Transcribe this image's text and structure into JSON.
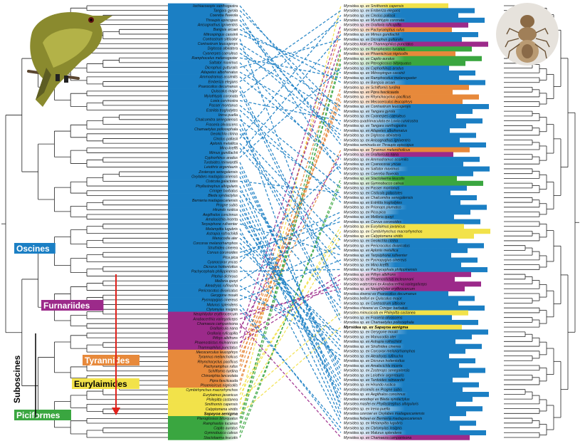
{
  "colors": {
    "Oscines": "#1b7fc4",
    "Furnariides": "#9c2a8a",
    "Tyrannides": "#e7893b",
    "Eurylaimides": "#f2e24a",
    "Piciformes": "#3aa640"
  },
  "groups": [
    {
      "name": "Oscines",
      "color": "#1b7fc4",
      "text": "#ffffff"
    },
    {
      "name": "Furnariides",
      "color": "#9c2a8a",
      "text": "#ffffff"
    },
    {
      "name": "Tyrannides",
      "color": "#e7893b",
      "text": "#ffffff"
    },
    {
      "name": "Eurylaimides",
      "color": "#f2e24a",
      "text": "#000000"
    },
    {
      "name": "Piciformes",
      "color": "#3aa640",
      "text": "#ffffff"
    }
  ],
  "suboscines_label": "Suboscines",
  "birds": [
    {
      "name": "Iochiacoaspis xanthogastra",
      "g": 0
    },
    {
      "name": "Tangara gyrola",
      "g": 0
    },
    {
      "name": "Coereba flaveola",
      "g": 0
    },
    {
      "name": "Thraupis episcopus",
      "g": 0
    },
    {
      "name": "Anisognathus igniventris",
      "g": 0
    },
    {
      "name": "Bangsia arcaei",
      "g": 0
    },
    {
      "name": "Mitrospingus cassinii",
      "g": 0
    },
    {
      "name": "Contrastrum sitticolor",
      "g": 0
    },
    {
      "name": "Contrastrum leucogenys",
      "g": 0
    },
    {
      "name": "Diglossa albilatera",
      "g": 0
    },
    {
      "name": "Cyanerpes caeruleus",
      "g": 0
    },
    {
      "name": "Ramphocelus melanogaster",
      "g": 0
    },
    {
      "name": "Saltator maximus",
      "g": 0
    },
    {
      "name": "Dicrophus gutturalis",
      "g": 0
    },
    {
      "name": "Atlapetes albofrenatus",
      "g": 0
    },
    {
      "name": "Ammodramus assimilis",
      "g": 0
    },
    {
      "name": "Emberiza elegans",
      "g": 0
    },
    {
      "name": "Psarocolius decumanus",
      "g": 0
    },
    {
      "name": "Quiscalus major",
      "g": 0
    },
    {
      "name": "Myiothlypis coronata",
      "g": 0
    },
    {
      "name": "Loxia curvirostra",
      "g": 0
    },
    {
      "name": "Passer montanus",
      "g": 0
    },
    {
      "name": "Estrilda troglodytes",
      "g": 0
    },
    {
      "name": "Irena puella",
      "g": 0
    },
    {
      "name": "Chalcomitra senegalensis",
      "g": 0
    },
    {
      "name": "Fraseria olivascens",
      "g": 0
    },
    {
      "name": "Chamaetylas poliocephala",
      "g": 0
    },
    {
      "name": "Geokichla citrina",
      "g": 0
    },
    {
      "name": "Cinclus pallasii",
      "g": 0
    },
    {
      "name": "Aplonis metallica",
      "g": 0
    },
    {
      "name": "Mino kreffti",
      "g": 0
    },
    {
      "name": "Mimus gundlachii",
      "g": 0
    },
    {
      "name": "Cyphorhinus aradus",
      "g": 0
    },
    {
      "name": "Turdoides reinwardtii",
      "g": 0
    },
    {
      "name": "Leiothrix argentauris",
      "g": 0
    },
    {
      "name": "Zosterops senegalensis",
      "g": 0
    },
    {
      "name": "Oxylabes madagascariensis",
      "g": 0
    },
    {
      "name": "Cisticola galactotes",
      "g": 0
    },
    {
      "name": "Phyllastrephus albigularis",
      "g": 0
    },
    {
      "name": "Criniger barbatus",
      "g": 0
    },
    {
      "name": "Bleda syndactylus",
      "g": 0
    },
    {
      "name": "Bernieria madagascariensis",
      "g": 0
    },
    {
      "name": "Progne subis",
      "g": 0
    },
    {
      "name": "Hirundo rustica",
      "g": 0
    },
    {
      "name": "Aegithalos concinnus",
      "g": 0
    },
    {
      "name": "Amalocichla incerta",
      "g": 0
    },
    {
      "name": "Terpsiphone rufiventer",
      "g": 0
    },
    {
      "name": "Melampitta lugubris",
      "g": 0
    },
    {
      "name": "Astrapia rothschildi",
      "g": 0
    },
    {
      "name": "Manucodia ater",
      "g": 0
    },
    {
      "name": "Corcorax melanorhamphos",
      "g": 0
    },
    {
      "name": "Struthidea cinerea",
      "g": 0
    },
    {
      "name": "Corvus coronoides",
      "g": 0
    },
    {
      "name": "Pica pica",
      "g": 0
    },
    {
      "name": "Cyanocorax yncas",
      "g": 0
    },
    {
      "name": "Dicrurus hottentottus",
      "g": 0
    },
    {
      "name": "Pachycephala philippinensis",
      "g": 0
    },
    {
      "name": "Pitohui dichrous",
      "g": 0
    },
    {
      "name": "Melloria quoyi",
      "g": 0
    },
    {
      "name": "Aleadryas rufinucha",
      "g": 0
    },
    {
      "name": "Pericrocotus divaricatus",
      "g": 0
    },
    {
      "name": "Gerygone mouki",
      "g": 0
    },
    {
      "name": "Pycnopygius cinereus",
      "g": 0
    },
    {
      "name": "Malurus splendens",
      "g": 0
    },
    {
      "name": "Clytomyias insignis",
      "g": 0
    },
    {
      "name": "Neophilydor erythrocercum",
      "g": 1
    },
    {
      "name": "Anabacerthia variegaticeps",
      "g": 1
    },
    {
      "name": "Chamaeza campanisona",
      "g": 1
    },
    {
      "name": "Grallaricula nana",
      "g": 1
    },
    {
      "name": "Grallaria ruficapilla",
      "g": 1
    },
    {
      "name": "Pithys albifrons",
      "g": 1
    },
    {
      "name": "Phaenostictus mcleannani",
      "g": 1
    },
    {
      "name": "Thamnophilus punctatus",
      "g": 1
    },
    {
      "name": "Mecocerculus leucophrys",
      "g": 2
    },
    {
      "name": "Tyrannus melancholicus",
      "g": 2
    },
    {
      "name": "Rhynchocyclus pacificus",
      "g": 2
    },
    {
      "name": "Pachyramphus rufus",
      "g": 2
    },
    {
      "name": "Schiffornis turdina",
      "g": 2
    },
    {
      "name": "Chiroxiphia lanceolata",
      "g": 2
    },
    {
      "name": "Pipra fasciicauda",
      "g": 2
    },
    {
      "name": "Phoenicircus nigricollis",
      "g": 2
    },
    {
      "name": "Cymbirhynchus macrorhynchos",
      "g": 3
    },
    {
      "name": "Eurylaimus javanicus",
      "g": 3
    },
    {
      "name": "Philepitta castanea",
      "g": 3
    },
    {
      "name": "Smithornis capensis",
      "g": 3
    },
    {
      "name": "Calyptomena viridis",
      "g": 3
    },
    {
      "name": "Sapayoa aenigma",
      "g": 3,
      "bold": true
    },
    {
      "name": "Pteroglossus bitorquatus",
      "g": 4
    },
    {
      "name": "Ramphastos tucanus",
      "g": 4
    },
    {
      "name": "Capito auratus",
      "g": 4
    },
    {
      "name": "Gymnobucco calvus",
      "g": 4
    },
    {
      "name": "Stactolaema leucotis",
      "g": 4
    }
  ],
  "lice": [
    {
      "name": "Myrsidea sp. ex Smithornis capensis",
      "g": 3
    },
    {
      "name": "Myrsidea sp. ex Emberiza elegans",
      "g": 0
    },
    {
      "name": "Myrsidea sp. ex Cinclus pallasii",
      "g": 0
    },
    {
      "name": "Myrsidea sp. ex Myiothlypis coronata",
      "g": 0
    },
    {
      "name": "Myrsidea sp. ex Grallaria ruficapilla",
      "g": 1
    },
    {
      "name": "Myrsidea sp. ex Pachyramphus rufus",
      "g": 2
    },
    {
      "name": "Myrsidea sp. ex Mimus gundlachii",
      "g": 0
    },
    {
      "name": "Myrsidea sp. ex Dicrophus gutturalis",
      "g": 0
    },
    {
      "name": "Myrsidea kloki ex Thamnophilus punctatus",
      "g": 1
    },
    {
      "name": "Myrsidea sp. ex Ramphastos tucanus",
      "g": 4
    },
    {
      "name": "Myrsidea sp. ex Phoenicircus nigricollis",
      "g": 2
    },
    {
      "name": "Myrsidea sp. ex Capito auratus",
      "g": 4
    },
    {
      "name": "Myrsidea sp. ex Pteroglossus bitorquatus",
      "g": 4
    },
    {
      "name": "Myrsidea sp. ex Cyphorhinus aradus",
      "g": 0
    },
    {
      "name": "Myrsidea sp. ex Mitrospingus cassinii",
      "g": 0
    },
    {
      "name": "Myrsidea sp. ex Ramphocelus melanogaster",
      "g": 0
    },
    {
      "name": "Myrsidea sp. ex Bangsia arcaei",
      "g": 0
    },
    {
      "name": "Myrsidea sp. ex Schiffornis turdina",
      "g": 2
    },
    {
      "name": "Myrsidea sp. ex Pipra fasciicauda",
      "g": 2
    },
    {
      "name": "Myrsidea sp. ex Rhynchocyclus pacificus",
      "g": 2
    },
    {
      "name": "Myrsidea sp. ex Mecocerculus leucophrys",
      "g": 2
    },
    {
      "name": "Myrsidea sp. ex Contrastrum leucogenys",
      "g": 0
    },
    {
      "name": "Myrsidea sp. ex Tangara gyrola",
      "g": 0
    },
    {
      "name": "Myrsidea sp. ex Cyanerpes caeruleus",
      "g": 0
    },
    {
      "name": "Myrsidea quadrimaculata ex Loxia curvirostra",
      "g": 0
    },
    {
      "name": "Myrsidea sp. ex Tangara xanthogastra",
      "g": 0
    },
    {
      "name": "Myrsidea sp. ex Atlapetes albofrenatus",
      "g": 0
    },
    {
      "name": "Myrsidea sp. ex Diglossa albilatera",
      "g": 0
    },
    {
      "name": "Myrsidea sp. ex Anisognathus igniventris",
      "g": 0
    },
    {
      "name": "Myrsidea seminuda ex Thraupis episcopus",
      "g": 0
    },
    {
      "name": "Myrsidea sp. ex Tyrannus melancholicus",
      "g": 2
    },
    {
      "name": "Myrsidea sp. ex Grallaricula nana",
      "g": 1
    },
    {
      "name": "Myrsidea sp. ex Ammodramus assimilis",
      "g": 0
    },
    {
      "name": "Myrsidea sp. ex Cyanocorax yncas",
      "g": 0
    },
    {
      "name": "Myrsidea sp. ex Saltator maximus",
      "g": 0
    },
    {
      "name": "Myrsidea sp. ex Coereba flaveola",
      "g": 0
    },
    {
      "name": "Myrsidea sp. ex Stactolaema leucotis",
      "g": 4
    },
    {
      "name": "Myrsidea sp. ex Gymnobucco calvus",
      "g": 4
    },
    {
      "name": "Myrsidea sp. ex Passer montanus",
      "g": 0
    },
    {
      "name": "Myrsidea sp. ex Cisticola galactotes",
      "g": 0
    },
    {
      "name": "Myrsidea sp. ex Chalcomitra senegalensis",
      "g": 0
    },
    {
      "name": "Myrsidea sp. ex Estrilda troglodytes",
      "g": 0
    },
    {
      "name": "Myrsidea sp. ex Prionops plumatus",
      "g": 0
    },
    {
      "name": "Myrsidea sp. ex Pica pica",
      "g": 0
    },
    {
      "name": "Myrsidea sp. ex Melloria quoyi",
      "g": 0
    },
    {
      "name": "Myrsidea sp. ex Corvus coronoides",
      "g": 0
    },
    {
      "name": "Myrsidea sp. ex Eurylaimus javanicus",
      "g": 3
    },
    {
      "name": "Myrsidea sp. ex Cymbirhynchus macrorhynchos",
      "g": 3
    },
    {
      "name": "Myrsidea sp. ex Calyptomena viridis",
      "g": 3
    },
    {
      "name": "Myrsidea sp. ex Geokichla citrina",
      "g": 0
    },
    {
      "name": "Myrsidea sp. ex Pericrocotus divaricatus",
      "g": 0
    },
    {
      "name": "Myrsidea sp. ex Aplonis metallica",
      "g": 0
    },
    {
      "name": "Myrsidea sp. ex Terpsiphone rufiventer",
      "g": 0
    },
    {
      "name": "Myrsidea sp. ex Pycnopygius cinereus",
      "g": 0
    },
    {
      "name": "Myrsidea sp. ex Mino kreffti",
      "g": 0
    },
    {
      "name": "Myrsidea sp. ex Pachycephala philippinensis",
      "g": 0
    },
    {
      "name": "Myrsidea sp. ex Pithys albifrons",
      "g": 1
    },
    {
      "name": "Myrsidea sp. ex Phaenostictus mcleannani",
      "g": 1
    },
    {
      "name": "Myrsidea waterstoni ex Anabacerthia variegaticeps",
      "g": 1
    },
    {
      "name": "Myrsidea sp. ex Neophilydor erythrocercum",
      "g": 1
    },
    {
      "name": "Myrsidea downsi ex Psarocolius decumanus",
      "g": 0
    },
    {
      "name": "Myrsidea bellori ex Quiscalus major",
      "g": 0
    },
    {
      "name": "Myrsidea sp. ex Contrastrum sitticolor",
      "g": 0
    },
    {
      "name": "Myrsidea chiwerei ex Criniger barbatus",
      "g": 0
    },
    {
      "name": "Myrsidea mimusicola ex Philepitta castanea",
      "g": 3
    },
    {
      "name": "Myrsidea sp. ex Fraseria olivascens",
      "g": 0
    },
    {
      "name": "Myrsidea sp. ex Chamaetylas poliocephala",
      "g": 0
    },
    {
      "name": "Myrsidea sp. ex Sapayoa aenigma",
      "g": 3,
      "bold": true
    },
    {
      "name": "Myrsidea sp. ex Gerygone mouki",
      "g": 0
    },
    {
      "name": "Myrsidea sp. ex Manucodia ater",
      "g": 0
    },
    {
      "name": "Myrsidea sp. ex Astrapia rothschildi",
      "g": 0
    },
    {
      "name": "Myrsidea sp. ex Struthidea cinerea",
      "g": 0
    },
    {
      "name": "Myrsidea sp. ex Corcorax melanorhamphos",
      "g": 0
    },
    {
      "name": "Myrsidea sp. ex Aleadryas rufinucha",
      "g": 0
    },
    {
      "name": "Myrsidea sp. ex Dicrurus hottentottus",
      "g": 0
    },
    {
      "name": "Myrsidea sp. ex Amalocichla incerta",
      "g": 0
    },
    {
      "name": "Myrsidea sp. ex Zosterops senegalensis",
      "g": 0
    },
    {
      "name": "Myrsidea sp. ex Leiothrix argentauris",
      "g": 0
    },
    {
      "name": "Myrsidea sp. ex Turdoides reinwardtii",
      "g": 0
    },
    {
      "name": "Myrsidea sp. ex Hirundo rustica",
      "g": 0
    },
    {
      "name": "Myrsidea dissimilis ex Progne subis",
      "g": 0
    },
    {
      "name": "Myrsidea sp. ex Aegithalos concinnus",
      "g": 0
    },
    {
      "name": "Myrsidea woodwyi ex Bleda syndactylus",
      "g": 0
    },
    {
      "name": "Myrsidea masfei ex Phyllastrephus albigularis",
      "g": 0
    },
    {
      "name": "Myrsidea sp. ex Irena puella",
      "g": 0
    },
    {
      "name": "Myrsidea ozerowi ex Oxylabes madagascariensis",
      "g": 0
    },
    {
      "name": "Myrsidea fiebeei ex Bernieria madagascariensis",
      "g": 0
    },
    {
      "name": "Myrsidea sp. ex Melampitta lugubris",
      "g": 0
    },
    {
      "name": "Myrsidea sp. ex Clytomyias insignis",
      "g": 0
    },
    {
      "name": "Myrsidea sp. ex Malurus splendens",
      "g": 0
    },
    {
      "name": "Myrsidea sp. ex Chamaeza campanisona",
      "g": 1
    }
  ]
}
